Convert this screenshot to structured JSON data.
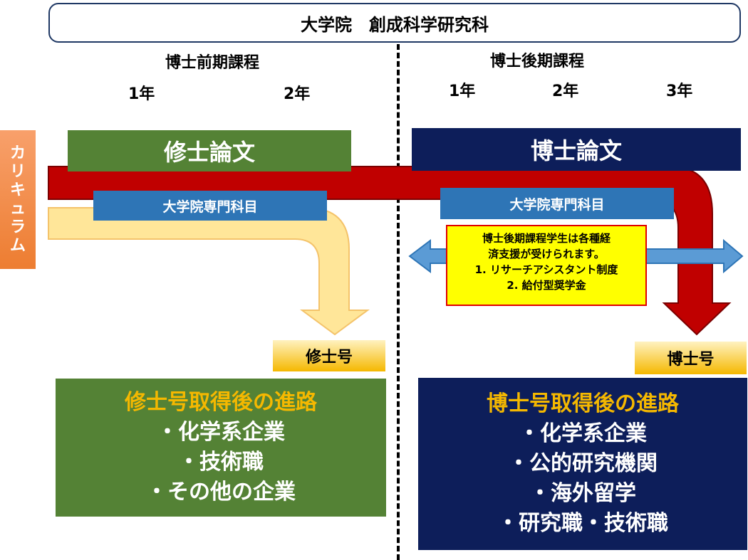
{
  "title": "大学院　創成科学研究科",
  "master": {
    "header": "博士前期課程",
    "years": [
      "1年",
      "2年"
    ],
    "thesis": "修士論文",
    "courses": "大学院専門科目",
    "degree": "修士号",
    "career_title": "修士号取得後の進路",
    "career_items": [
      "・化学系企業",
      "・技術職",
      "・その他の企業"
    ]
  },
  "doctor": {
    "header": "博士後期課程",
    "years": [
      "1年",
      "2年",
      "3年"
    ],
    "thesis": "博士論文",
    "courses": "大学院専門科目",
    "degree": "博士号",
    "support_lines": [
      "博士後期課程学生は各種経",
      "済支援が受けられます。",
      "1. リサーチアシスタント制度",
      "2. 給付型奨学金"
    ],
    "career_title": "博士号取得後の進路",
    "career_items": [
      "・化学系企業",
      "・公的研究機関",
      "・海外留学",
      "・研究職・技術職"
    ]
  },
  "curriculum_label": [
    "カ",
    "リ",
    "キ",
    "ュ",
    "ラ",
    "ム"
  ],
  "colors": {
    "master_green": "#548235",
    "doctor_navy": "#0d1e5a",
    "course_blue": "#2e75b6",
    "red_band": "#c00000",
    "yellow_band": "#ffe699",
    "gold_text": "#f5b800",
    "curriculum_orange": "#ed7d31"
  }
}
